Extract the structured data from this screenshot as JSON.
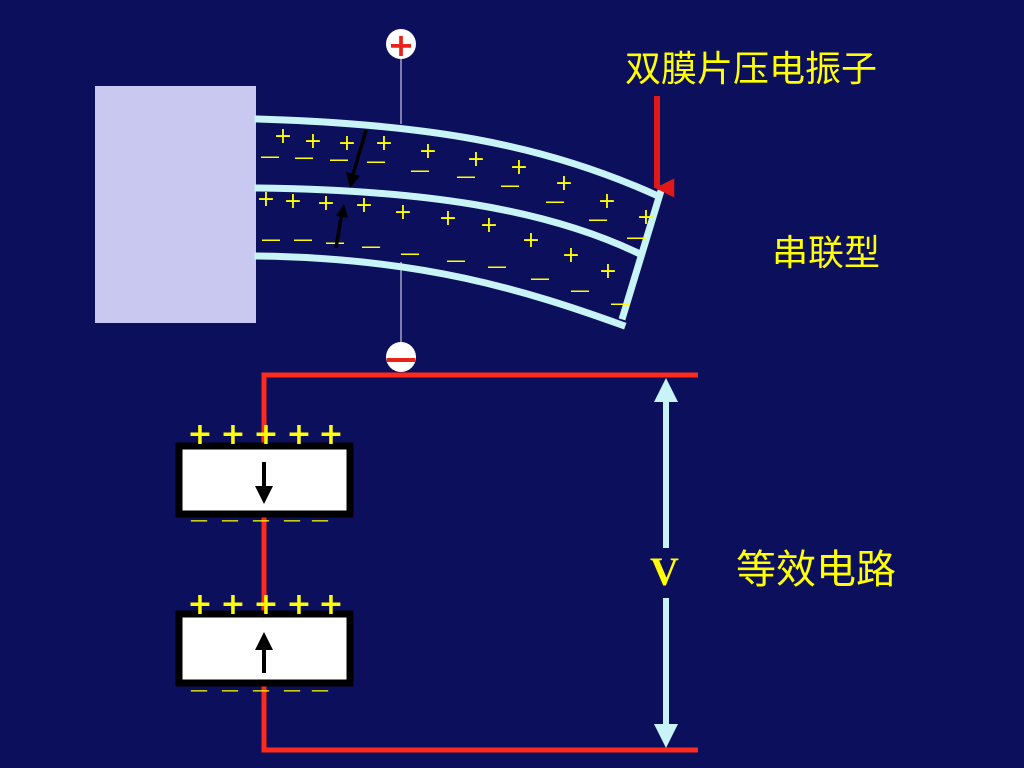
{
  "title_label": "双膜片压电振子",
  "series_type_label": "串联型",
  "circuit_label": "等效电路",
  "voltage_symbol": "V",
  "plus_sign": "+",
  "minus_sign": "—",
  "top_terminal_symbol": "+",
  "bottom_terminal_symbol": "—",
  "colors": {
    "background": "#0b0f5c",
    "label_text": "#ffff00",
    "clamp_block": "#c8c8f0",
    "plate_outline": "#c8f4f8",
    "wire": "#ff2a1a",
    "force_arrow": "#e01818",
    "voltage_arrow": "#c8f4f8",
    "capacitor_fill": "#ffffff",
    "capacitor_border": "#000000",
    "polarization_arrow": "#000000"
  }
}
